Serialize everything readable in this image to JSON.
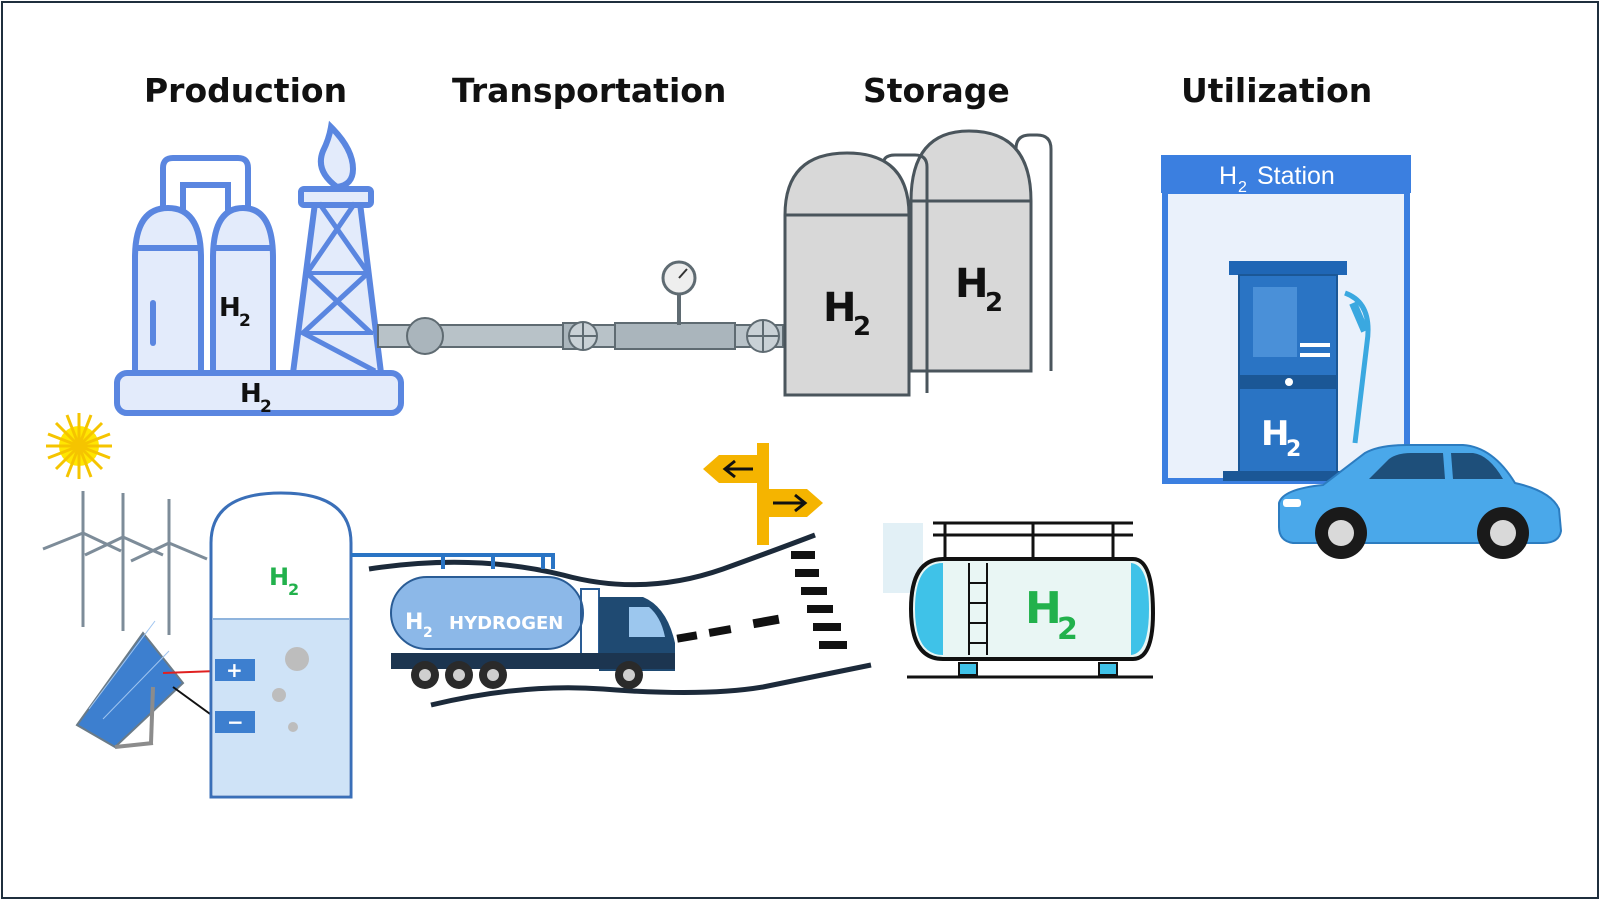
{
  "stages": [
    {
      "id": "production",
      "title": "Production"
    },
    {
      "id": "transportation",
      "title": "Transportation"
    },
    {
      "id": "storage",
      "title": "Storage"
    },
    {
      "id": "utilization",
      "title": "Utilization"
    }
  ],
  "labels": {
    "h2_main": "H",
    "h2_sub": "2",
    "station_h": "H",
    "station_sub": "2",
    "station_word": "Station",
    "truck_word": "HYDROGEN",
    "plus": "+",
    "minus": "−"
  },
  "colors": {
    "refinery_blue": "#5a86e0",
    "light_blue_fill": "#e3ebfb",
    "storage_gray": "#d8d8d8",
    "station_blue": "#3b7fe0",
    "pump_blue": "#1f66b5",
    "car_blue": "#4aa8ea",
    "electrolyzer_green": "#22b14c",
    "sign_yellow": "#f5b400",
    "border": "#1f2f3d"
  },
  "icons": [
    "refinery-icon",
    "pipeline-icon",
    "pressure-gauge-icon",
    "storage-silo-icon",
    "hydrogen-station-icon",
    "fuel-pump-icon",
    "car-icon",
    "sun-icon",
    "wind-turbine-icon",
    "solar-panel-icon",
    "electrolyzer-icon",
    "tanker-truck-icon",
    "direction-sign-icon",
    "road-icon",
    "horizontal-tank-icon"
  ]
}
